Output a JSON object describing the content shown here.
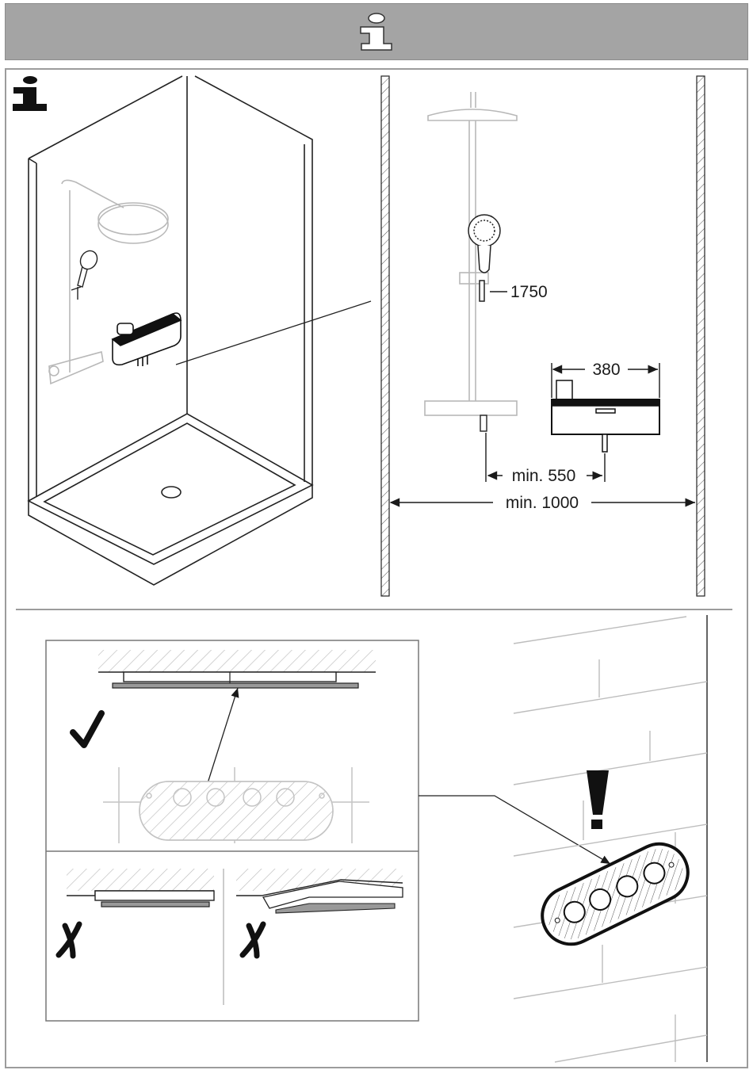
{
  "dimensions": {
    "height_holder": "1750",
    "width_unit": "380",
    "min_distance": "min. 550",
    "min_width": "min. 1000"
  },
  "marks": {
    "correct": "✓",
    "wrong": "✗",
    "warning": "!"
  },
  "icons": [
    "info-icon",
    "check-mark-icon",
    "cross-mark-icon",
    "warning-exclamation-icon"
  ]
}
